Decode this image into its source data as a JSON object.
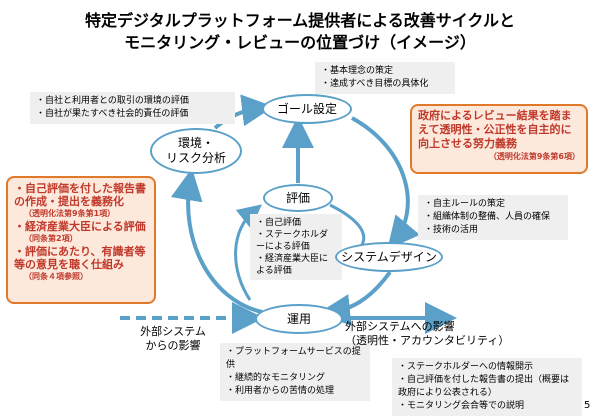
{
  "title": {
    "line1": "特定デジタルプラットフォーム提供者による改善サイクルと",
    "line2": "モニタリング・レビューの位置づけ（イメージ）"
  },
  "nodes": {
    "goal": "ゴール設定",
    "env": "環境・\nリスク分析",
    "eval": "評価",
    "design": "システムデザイン",
    "ops": "運用"
  },
  "boxes": {
    "goal_items": [
      "基本理念の策定",
      "達成すべき目標の具体化"
    ],
    "env_items": [
      "自社と利用者との取引の環境の評価",
      "自社が果たすべき社会的責任の評価"
    ],
    "design_items": [
      "自主ルールの策定",
      "組織体制の整備、人員の確保",
      "技術の活用"
    ],
    "eval_items": [
      "自己評価",
      "ステークホルダーによる評価",
      "経済産業大臣による評価"
    ],
    "ops_items": [
      "プラットフォームサービスの提供",
      "継続的なモニタリング",
      "利用者からの苦情の処理"
    ],
    "impact_items": [
      "ステークホルダーへの情報開示",
      "自己評価を付した報告書の提出（概要は政府により公表される）",
      "モニタリング会合等での説明"
    ]
  },
  "review_box": {
    "text": "政府によるレビュー結果を踏まえて透明性・公正性を自主的に向上させる努力義務",
    "ref": "（透明化法第9条第6項）"
  },
  "left_box": {
    "item1": "自己評価を付した報告書の作成・提出を義務化",
    "ref1": "（透明化法第9条第1項）",
    "item2": "経済産業大臣による評価",
    "ref2": "（同条第2項）",
    "item3": "評価にあたり、有識者等等の意見を聴く仕組み",
    "ref3": "（同条４項参照）"
  },
  "labels": {
    "external_in": "外部システム\nからの影響",
    "external_out": "外部システムへの影響\n（透明性・アカウンタビリティ）"
  },
  "page_number": "5",
  "colors": {
    "arrow": "#5aa0c8",
    "orange": "#e0792a",
    "red_text": "#c0392b"
  }
}
